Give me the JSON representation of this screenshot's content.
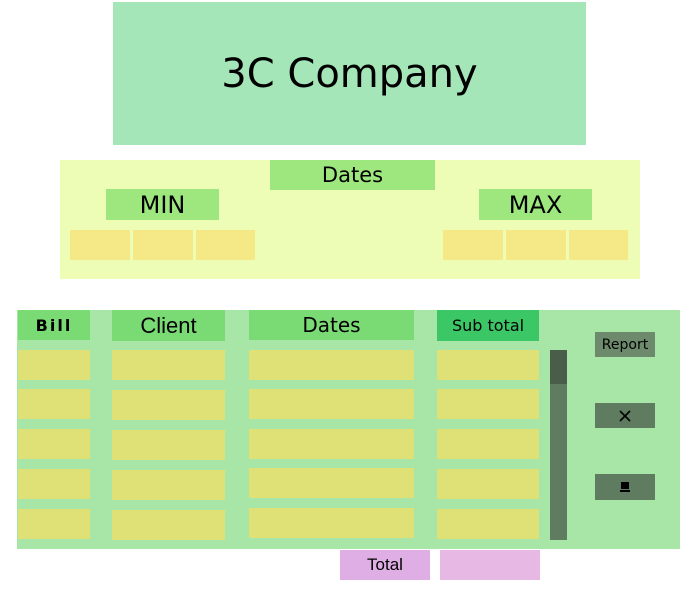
{
  "header": {
    "title": "3C Company"
  },
  "filter": {
    "dates_label": "Dates",
    "min_label": "MIN",
    "max_label": "MAX",
    "min_fields": [
      "",
      "",
      ""
    ],
    "max_fields": [
      "",
      "",
      ""
    ]
  },
  "table": {
    "columns": [
      "Bill",
      "Client",
      "Dates",
      "Sub total"
    ],
    "rows": [
      [
        "",
        "",
        "",
        ""
      ],
      [
        "",
        "",
        "",
        ""
      ],
      [
        "",
        "",
        "",
        ""
      ],
      [
        "",
        "",
        "",
        ""
      ],
      [
        "",
        "",
        "",
        ""
      ]
    ]
  },
  "actions": {
    "report_label": "Report",
    "delete_icon": "close-icon",
    "print_icon": "print-icon"
  },
  "footer": {
    "total_label": "Total",
    "total_value": ""
  },
  "colors": {
    "header_bg": "#a5e6b9",
    "filter_bg": "#eefdb6",
    "label_green": "#9ee77e",
    "field_yellow": "#f5e887",
    "table_bg": "#a8e6a8",
    "cell_yellow": "#dfe177",
    "button_dark": "#5f7c60",
    "total_pink": "#dfaee4"
  }
}
